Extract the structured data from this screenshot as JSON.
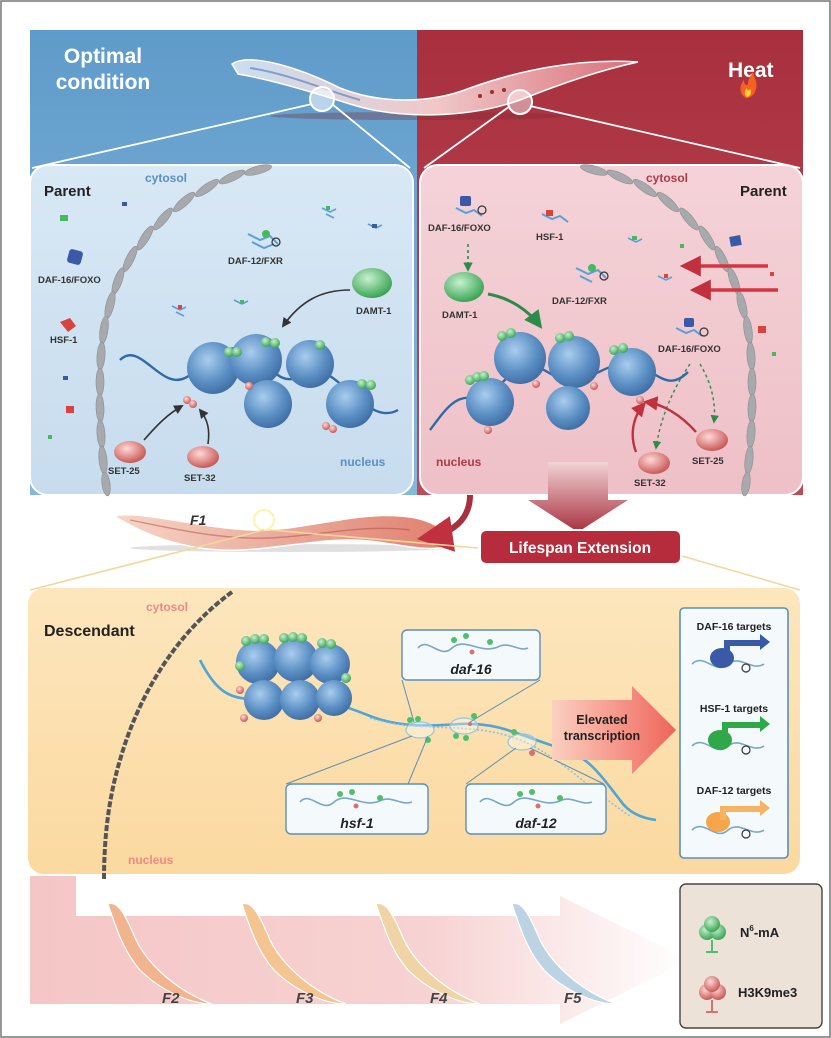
{
  "top": {
    "left_title_line1": "Optimal",
    "left_title_line2": "condition",
    "right_title": "Heat"
  },
  "parent_left": {
    "heading": "Parent",
    "cytosol": "cytosol",
    "nucleus": "nucleus",
    "labels": {
      "daf16": "DAF-16/FOXO",
      "daf12": "DAF-12/FXR",
      "hsf1": "HSF-1",
      "damt1": "DAMT-1",
      "set25": "SET-25",
      "set32": "SET-32"
    }
  },
  "parent_right": {
    "heading": "Parent",
    "cytosol": "cytosol",
    "nucleus": "nucleus",
    "labels": {
      "daf16_top": "DAF-16/FOXO",
      "hsf1": "HSF-1",
      "damt1": "DAMT-1",
      "daf12": "DAF-12/FXR",
      "daf16_nuc": "DAF-16/FOXO",
      "set25": "SET-25",
      "set32": "SET-32"
    }
  },
  "f1_label": "F1",
  "lifespan_label": "Lifespan Extension",
  "descendant": {
    "heading": "Descendant",
    "cytosol": "cytosol",
    "nucleus": "nucleus",
    "genes": {
      "daf16": "daf-16",
      "hsf1": "hsf-1",
      "daf12": "daf-12"
    },
    "elevated_line1": "Elevated",
    "elevated_line2": "transcription",
    "targets": {
      "daf16": "DAF-16 targets",
      "hsf1": "HSF-1 targets",
      "daf12": "DAF-12 targets"
    }
  },
  "generations": [
    "F2",
    "F3",
    "F4",
    "F5"
  ],
  "legend": {
    "n6ma_base": "N",
    "n6ma_sup": "6",
    "n6ma_rest": "-mA",
    "h3k9me3": "H3K9me3"
  },
  "colors": {
    "optimal_blue": "#6fa6cf",
    "heat_red": "#b23a48",
    "descendant_bg": "#fbe0b0",
    "nucleosome_blue": "#5b8fc4",
    "n6ma_green": "#4fbf6a",
    "h3k9me3_red": "#d9706e",
    "daf16_navy": "#3a5aa8",
    "hsf1_green": "#2fa84a",
    "daf12_orange": "#f5a54a"
  }
}
